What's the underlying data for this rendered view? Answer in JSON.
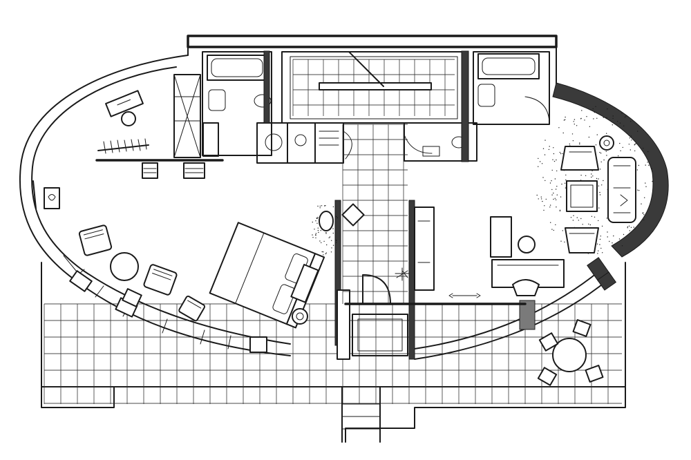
{
  "drawing": {
    "kind": "hand-sketched floor plan",
    "ink_color": "#1a1a1a",
    "paper_color": "#ffffff",
    "wall_tone": "#3a3a3a",
    "rooms": [
      "bedroom",
      "bathroom-left",
      "stair-hall",
      "bathroom-right",
      "living-room",
      "terrace",
      "entry-corridor",
      "walk-in-closet",
      "wc-cubicle"
    ],
    "furniture": [
      "bed",
      "armchair",
      "round-table",
      "side-table",
      "sofa",
      "coffee-table",
      "desk",
      "dining-table",
      "chair",
      "bathtub",
      "wash-basin",
      "toilet",
      "shower-tray",
      "wardrobe",
      "plant"
    ]
  }
}
